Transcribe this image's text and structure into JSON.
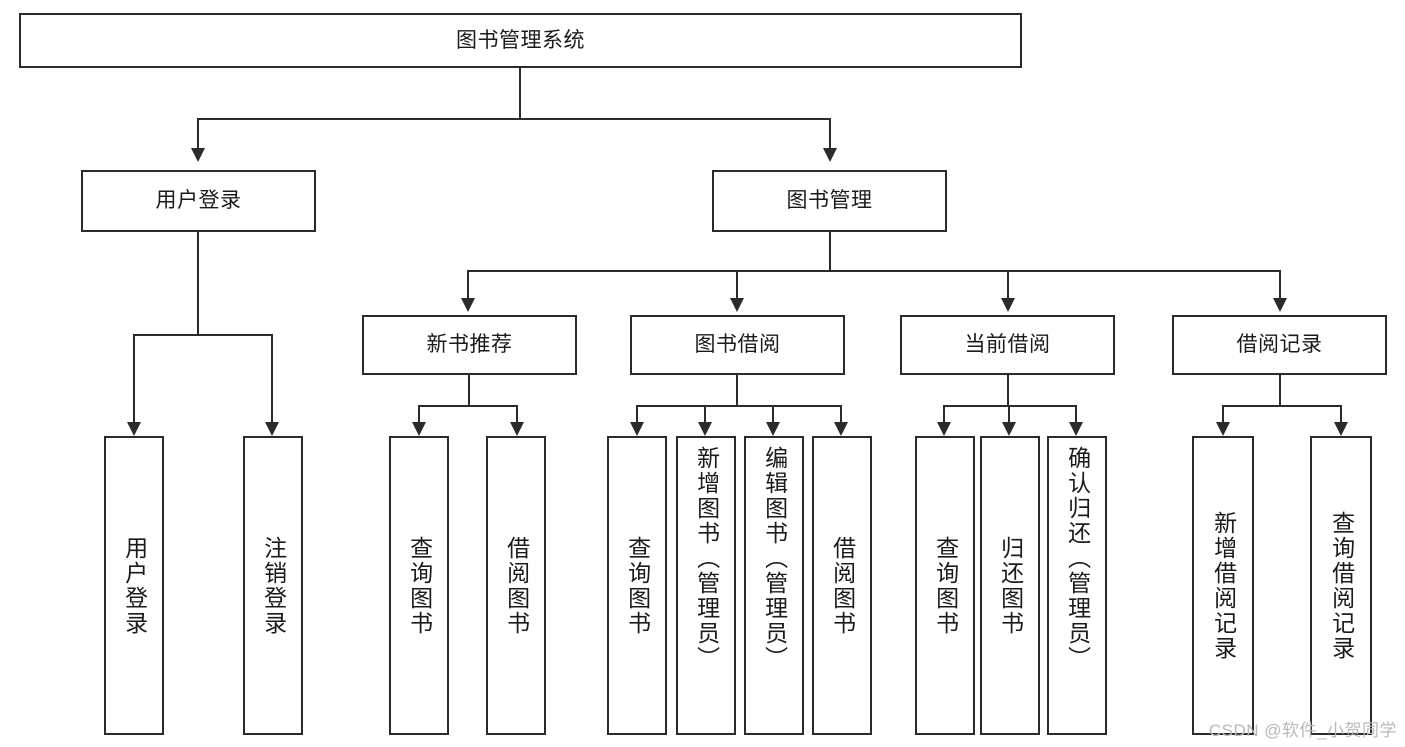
{
  "diagram": {
    "type": "tree",
    "title": "图书管理系统",
    "root": {
      "label": "图书管理系统"
    },
    "level2": [
      {
        "label": "用户登录"
      },
      {
        "label": "图书管理"
      }
    ],
    "level3": [
      {
        "label": "新书推荐"
      },
      {
        "label": "图书借阅"
      },
      {
        "label": "当前借阅"
      },
      {
        "label": "借阅记录"
      }
    ],
    "leaves": {
      "user_login": [
        {
          "label": "用户登录"
        },
        {
          "label": "注销登录"
        }
      ],
      "new_book_recommend": [
        {
          "label": "查询图书"
        },
        {
          "label": "借阅图书"
        }
      ],
      "book_borrow": [
        {
          "label": "查询图书"
        },
        {
          "label": "新增图书（管理员）"
        },
        {
          "label": "编辑图书（管理员）"
        },
        {
          "label": "借阅图书"
        }
      ],
      "current_borrow": [
        {
          "label": "查询图书"
        },
        {
          "label": "归还图书"
        },
        {
          "label": "确认归还（管理员）"
        }
      ],
      "borrow_record": [
        {
          "label": "新增借阅记录"
        },
        {
          "label": "查询借阅记录"
        }
      ]
    }
  },
  "watermark": {
    "text": "CSDN @软件_小贺同学"
  },
  "colors": {
    "stroke": "#2b2b2b",
    "background": "#ffffff",
    "text": "#1b1b1b",
    "watermark": "#b9b9b9"
  }
}
